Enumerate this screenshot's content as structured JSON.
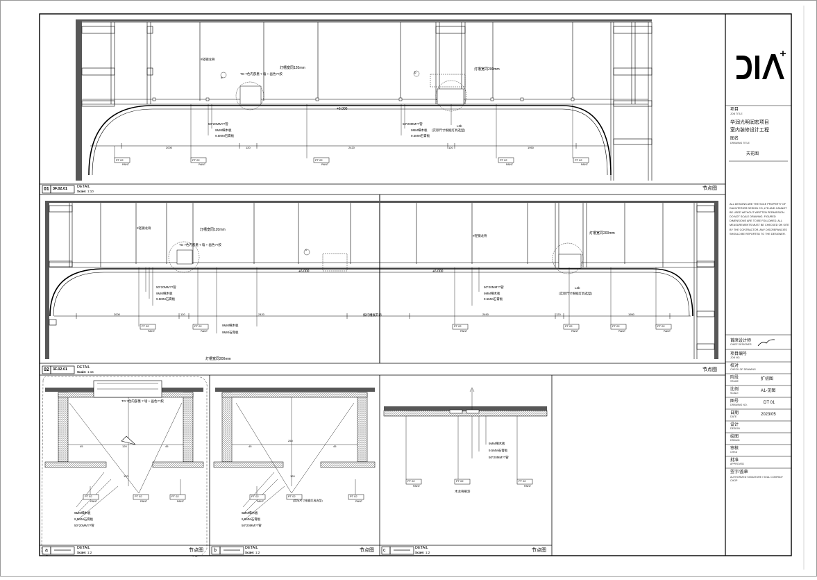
{
  "sheet": {
    "section_title": "节点图",
    "detail_word": "DETAIL",
    "scale_word": "Scale:"
  },
  "panels": [
    {
      "id": "01",
      "code": "3F.02.01",
      "scale": "1:10",
      "title": "节点图"
    },
    {
      "id": "02",
      "code": "3F.02.01",
      "scale": "1:15",
      "title": "节点图"
    },
    {
      "id": "a",
      "code": "",
      "scale": "1:2",
      "title": "节点图"
    },
    {
      "id": "b",
      "code": "",
      "scale": "1:2",
      "title": "节点图"
    },
    {
      "id": "c",
      "code": "",
      "scale": "1:2",
      "title": "节点图"
    }
  ],
  "annotations": {
    "light_slot_120": "灯槽宽同120mm",
    "light_slot_200": "灯槽宽同200mm",
    "light_slot_200b": "灯槽宽同200mm",
    "steel": "#轻钢龙骨",
    "level": "+6.000",
    "dim_50x20": "50*20MM??管",
    "board_9": "9MM细木板",
    "board_95": "9.5MM石膏板",
    "note_fixture": "(实际尺寸根据灯具选型)",
    "fixture_code": "L3b",
    "pt_code": "PT 02",
    "paint": "PAINT",
    "paint_cn": "?色",
    "pt_text": "TO ?色内部墨 ? 墙 + 画色??胶",
    "dims_top": [
      "2000",
      "120",
      "2420",
      "120",
      "1950"
    ],
    "dims_mid": [
      "2000",
      "120",
      "2420",
      "2490",
      "120",
      "1950"
    ],
    "dims_detail": [
      "45",
      "120",
      "45",
      "250",
      "120"
    ],
    "mid_label": "按灯槽展开示",
    "callout_a": "a",
    "callout_b": "b",
    "callout_c": "c",
    "board_9b": "9MM细木板",
    "board_9c": "9MM石膏板",
    "wood": "木龙骨刷漆"
  },
  "title_block": {
    "logo": "DIA",
    "project_label_cn": "项目",
    "project_label_en": "JOB TITLE",
    "project_name_1": "华润光明润宏项目",
    "project_name_2": "室内装修设计工程",
    "drawing_label_cn": "图名",
    "drawing_label_en": "DRAWING TITLE",
    "drawing_name": "天花图",
    "disclaimer": "ALL DESIGNS ARE THE SOLE PROPERTY OF DIA INTERIOR DESIGN CO.,LTD AND CANNOT BE USED WITHOUT WRITTEN PERMISSION. DO NOT SCALE DRAWING. FIGURED DIMENSIONS ARE TO BE FOLLOWED. ALL MEASUREMENTS MUST BE CHECKED ON SITE BY THE CONTRACTOR. ANY DISCREPANCIES SHOULD BE REPORTED TO THE DESIGNER.",
    "rows": [
      {
        "cn": "首席设计师",
        "en": "CHIEF DESIGNER",
        "value": ""
      },
      {
        "cn": "项目编号",
        "en": "JOB NO.",
        "value": ""
      },
      {
        "cn": "校对",
        "en": "CHECK OF DRAWING",
        "value": ""
      },
      {
        "cn": "阶段",
        "en": "STAGE",
        "value": "扩初图"
      },
      {
        "cn": "比例",
        "en": "SCALE",
        "value": "A1-见图"
      },
      {
        "cn": "图号",
        "en": "DRAWING NO.",
        "value": "DT 01"
      },
      {
        "cn": "日期",
        "en": "DATE",
        "value": "2023/05"
      },
      {
        "cn": "设计",
        "en": "DESIGN",
        "value": ""
      },
      {
        "cn": "绘图",
        "en": "DRAWN",
        "value": ""
      },
      {
        "cn": "审核",
        "en": "CHKD",
        "value": ""
      },
      {
        "cn": "批准",
        "en": "APPROVED",
        "value": ""
      },
      {
        "cn": "签字/盖章",
        "en": "AUTHORIZED SIGNATURE / SEAL COMPANY CHOP",
        "value": ""
      }
    ]
  }
}
